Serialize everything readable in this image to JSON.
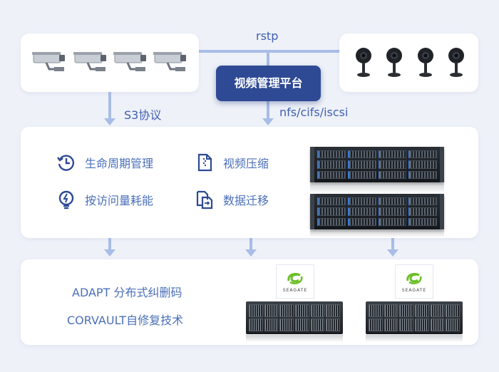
{
  "top": {
    "protocol_rstp": "rstp",
    "platform_label": "视频管理平台",
    "left_arrow_label": "S3协议",
    "right_arrow_label": "nfs/cifs/iscsi",
    "bullet_cameras": 4,
    "dome_cameras": 4
  },
  "middle": {
    "features": [
      {
        "label": "生命周期管理",
        "icon": "lifecycle-icon"
      },
      {
        "label": "视频压缩",
        "icon": "compress-doc-icon"
      },
      {
        "label": "按访问量耗能",
        "icon": "energy-bulb-icon"
      },
      {
        "label": "数据迁移",
        "icon": "migration-doc-icon"
      }
    ],
    "servers": 2
  },
  "bottom": {
    "tech1": "ADAPT 分布式纠删码",
    "tech2": "CORVAULT自修复技术",
    "brand": "SEAGATE",
    "brand_color": "#6dbf2a"
  },
  "colors": {
    "accent": "#2e4a94",
    "text": "#4a6fb8",
    "connector": "#a8bde6",
    "background": "#eef1f8"
  }
}
